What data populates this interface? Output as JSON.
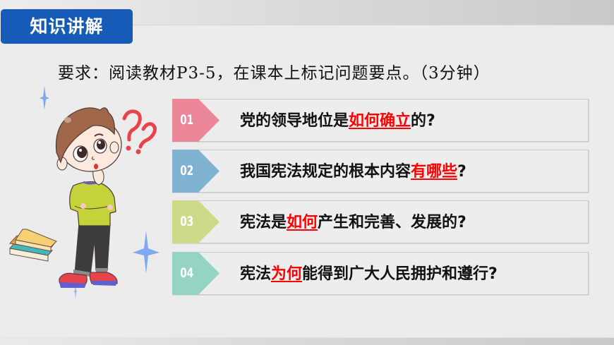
{
  "header": {
    "section_tag": "知识讲解",
    "colors": {
      "tag_bg": "#175bb9",
      "tag_text": "#ffffff"
    }
  },
  "requirement": {
    "text": "要求：阅读教材P3-5，在课本上标记问题要点。（3分钟）"
  },
  "questions": [
    {
      "number": "01",
      "badge_color": "#ec8699",
      "parts": [
        {
          "text": "党的领导地位是",
          "highlight": false
        },
        {
          "text": "如何确立",
          "highlight": true
        },
        {
          "text": "的?",
          "highlight": false
        }
      ]
    },
    {
      "number": "02",
      "badge_color": "#7fb3d1",
      "parts": [
        {
          "text": "我国宪法规定的根本内容",
          "highlight": false
        },
        {
          "text": "有哪些",
          "highlight": true
        },
        {
          "text": "?",
          "highlight": false
        }
      ]
    },
    {
      "number": "03",
      "badge_color": "#cfd98a",
      "parts": [
        {
          "text": "宪法是",
          "highlight": false
        },
        {
          "text": "如何",
          "highlight": true
        },
        {
          "text": "产生和完善、发展的?",
          "highlight": false
        }
      ]
    },
    {
      "number": "04",
      "badge_color": "#95d3c3",
      "parts": [
        {
          "text": "宪法",
          "highlight": false
        },
        {
          "text": "为何",
          "highlight": true
        },
        {
          "text": "能得到广大人民拥护和遵行?",
          "highlight": false
        }
      ]
    }
  ],
  "illustration": {
    "description": "thinking-boy-with-question-marks",
    "elements": [
      "boy",
      "question-marks",
      "book-stack",
      "sparkle-stars"
    ]
  },
  "colors": {
    "background": "#ececec",
    "highlight": "#ff0000",
    "question_text": "#111111",
    "card_border": "#c9c9c9"
  }
}
